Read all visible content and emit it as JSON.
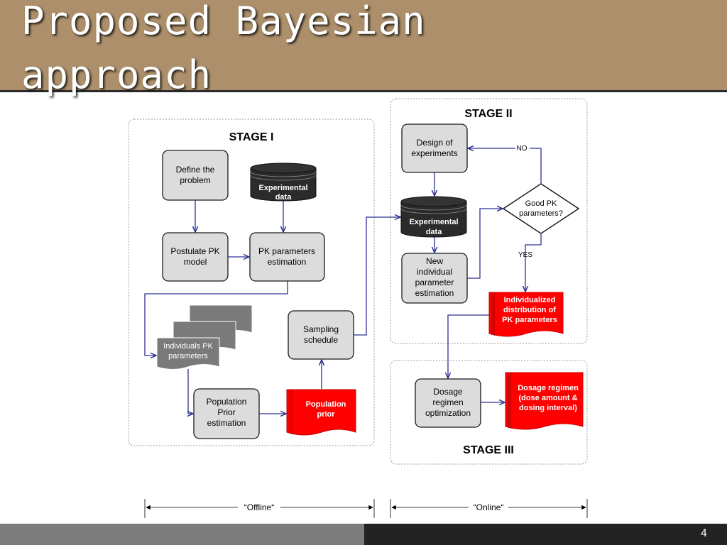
{
  "slide": {
    "title_line1": "Proposed Bayesian",
    "title_line2": "approach",
    "page_number": "4"
  },
  "colors": {
    "header": "#ad906b",
    "box_fill": "#dcdcdc",
    "database_fill": "#2b2b2b",
    "red_document": "#ff0000",
    "gray_document": "#7a7a7a",
    "arrow": "#2e3192"
  },
  "stage1": {
    "label": "STAGE I",
    "define_problem": [
      "Define the",
      "problem"
    ],
    "experimental_data": [
      "Experimental",
      "data"
    ],
    "postulate_pk_model": [
      "Postulate PK",
      "model"
    ],
    "pk_parameters_estimation": [
      "PK parameters",
      "estimation"
    ],
    "individuals_pk_parameters": [
      "Individuals PK",
      "parameters"
    ],
    "sampling_schedule": [
      "Sampling",
      "schedule"
    ],
    "population_prior_estimation": [
      "Population",
      "Prior",
      "estimation"
    ],
    "population_prior": [
      "Population",
      "prior"
    ]
  },
  "stage2": {
    "label": "STAGE II",
    "design_of_experiments": [
      "Design of",
      "experiments"
    ],
    "experimental_data": [
      "Experimental",
      "data"
    ],
    "new_individual_estimation": [
      "New",
      "individual",
      "parameter",
      "estimation"
    ],
    "good_pk_parameters": [
      "Good PK",
      "parameters?"
    ],
    "no_label": "NO",
    "yes_label": "YES",
    "individualized_distribution": [
      "Individualized",
      "distribution of",
      "PK parameters"
    ]
  },
  "stage3": {
    "label": "STAGE III",
    "dosage_regimen_optimization": [
      "Dosage",
      "regimen",
      "optimization"
    ],
    "dosage_regimen_output": [
      "Dosage regimen",
      "(dose amount &",
      "dosing  interval)"
    ]
  },
  "timeline": {
    "offline": "“Offline“",
    "online": "“Online“"
  }
}
